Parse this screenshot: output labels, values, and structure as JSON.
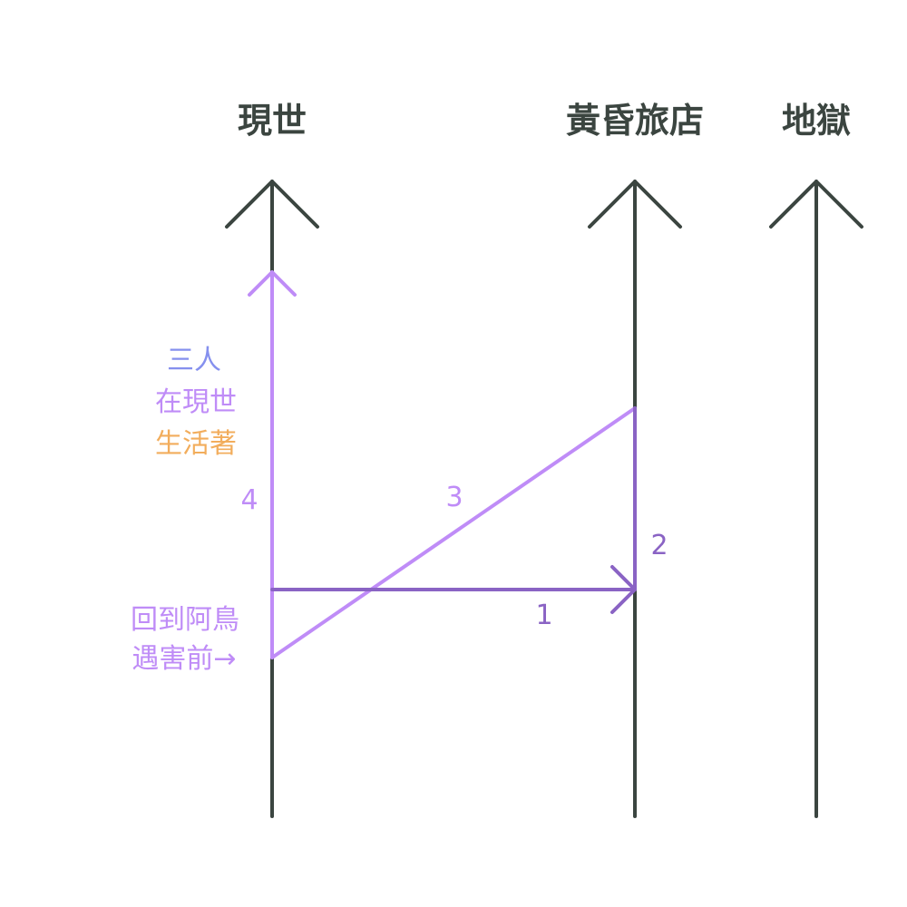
{
  "headings": {
    "present_world": "現世",
    "twilight_inn": "黃昏旅店",
    "hell": "地獄"
  },
  "step_labels": {
    "step1": "1",
    "step2": "2",
    "step3": "3",
    "step4": "4"
  },
  "annotations": {
    "three_people": "三人",
    "in_present_world": "在現世",
    "living": "生活著",
    "back_to": "回到阿鳥",
    "before_harm": "遇害前→"
  },
  "colors": {
    "axis": "#3b4540",
    "dark_purple": "#8a63c4",
    "light_purple": "#bf8cf7",
    "blue_purple": "#8590ee",
    "orange": "#f2ad5c"
  }
}
